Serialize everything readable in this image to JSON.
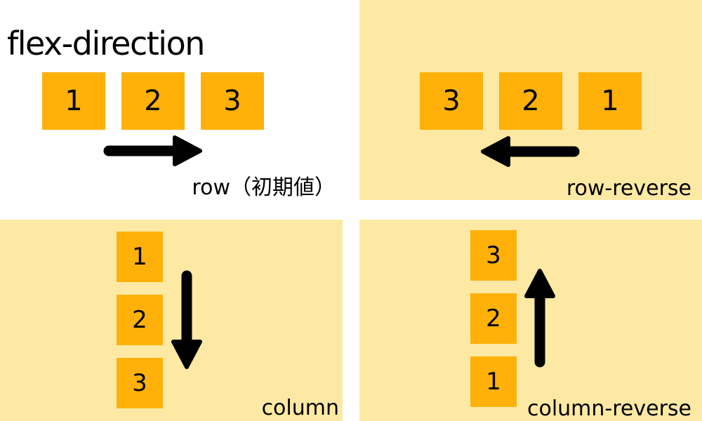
{
  "title": "flex-direction",
  "colors": {
    "box_orange": "#FFB10A",
    "panel_yellow": "#FDE9A3",
    "arrow_black": "#000000",
    "text_black": "#000000"
  },
  "quadrants": [
    {
      "value": "row",
      "label": "row（初期値）",
      "items": [
        "1",
        "2",
        "3"
      ],
      "arrow_direction": "right",
      "background": "#FFFFFF"
    },
    {
      "value": "row-reverse",
      "label": "row-reverse",
      "items": [
        "3",
        "2",
        "1"
      ],
      "arrow_direction": "left",
      "background": "#FDE9A3"
    },
    {
      "value": "column",
      "label": "column",
      "items": [
        "1",
        "2",
        "3"
      ],
      "arrow_direction": "down",
      "background": "#FDE9A3"
    },
    {
      "value": "column-reverse",
      "label": "column-reverse",
      "items": [
        "3",
        "2",
        "1"
      ],
      "arrow_direction": "up",
      "background": "#FDE9A3"
    }
  ]
}
